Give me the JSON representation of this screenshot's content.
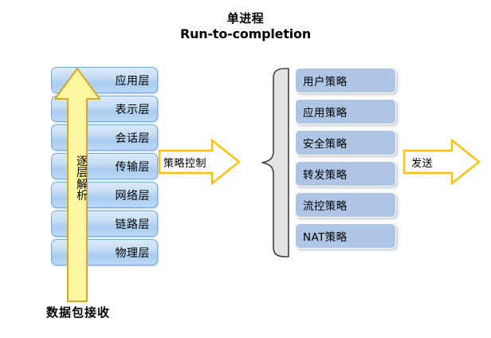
{
  "title": {
    "line1": "单进程",
    "line2": "Run-to-completion"
  },
  "osi_stack": {
    "name": "osi-layer-stack",
    "layers": [
      {
        "label": "应用层"
      },
      {
        "label": "表示层"
      },
      {
        "label": "会话层"
      },
      {
        "label": "传输层"
      },
      {
        "label": "网络层"
      },
      {
        "label": "链路层"
      },
      {
        "label": "物理层"
      }
    ]
  },
  "parse_arrow": {
    "label": "逐层解析",
    "direction": "up",
    "fill_color": "#fdf6a0",
    "border_color": "#d4a82a"
  },
  "packet_receive": {
    "label": "数据包接收"
  },
  "policy_control_arrow": {
    "label": "策略控制",
    "direction": "right",
    "fill_color": "#ffffff",
    "border_color": "#ffc000"
  },
  "brace": {
    "name": "curly-brace",
    "orientation": "left-opening",
    "fill_color": "#e4e4e4",
    "border_color": "#3f3f3f"
  },
  "policy_list": {
    "name": "policy-stack",
    "fill_color": "#aec5e5",
    "items": [
      {
        "label": "用户策略"
      },
      {
        "label": "应用策略"
      },
      {
        "label": "安全策略"
      },
      {
        "label": "转发策略"
      },
      {
        "label": "流控策略"
      },
      {
        "label": "NAT策略"
      }
    ]
  },
  "send_arrow": {
    "label": "发送",
    "direction": "right",
    "fill_color": "#ffffff",
    "border_color": "#ffc000"
  }
}
